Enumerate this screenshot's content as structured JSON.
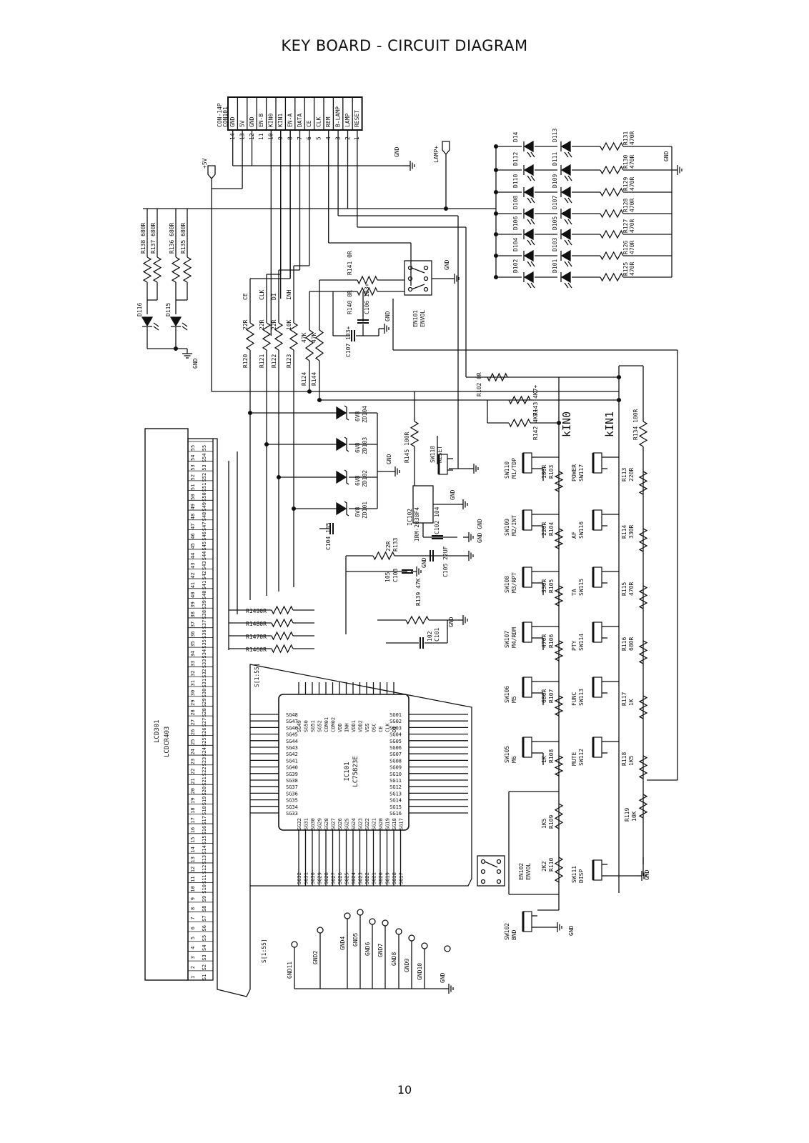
{
  "title": "KEY  BOARD -  CIRCUIT DIAGRAM",
  "page_number": "10",
  "connector": {
    "name": "CON-14P",
    "ref": "CON101",
    "pins": [
      {
        "num": "14",
        "sig": "GND"
      },
      {
        "num": "13",
        "sig": "5V"
      },
      {
        "num": "12",
        "sig": "GND"
      },
      {
        "num": "11",
        "sig": "EN-B"
      },
      {
        "num": "10",
        "sig": "KIN0"
      },
      {
        "num": "9",
        "sig": "KIN1"
      },
      {
        "num": "8",
        "sig": "EN-A"
      },
      {
        "num": "7",
        "sig": "DATA"
      },
      {
        "num": "6",
        "sig": "CE"
      },
      {
        "num": "5",
        "sig": "CLK"
      },
      {
        "num": "4",
        "sig": "REM"
      },
      {
        "num": "3",
        "sig": "B-LAMP"
      },
      {
        "num": "2",
        "sig": "LAMP"
      },
      {
        "num": "1",
        "sig": "RESET"
      }
    ]
  },
  "nets": {
    "plus5v": "+5V",
    "gnd": "GND",
    "lamp": "LAMP+",
    "ce": "CE",
    "clk": "CLK",
    "di": "DI",
    "inh": "INH",
    "kin0": "kIN0",
    "kin1": "kIN1"
  },
  "led_matrix": [
    {
      "left": "D14",
      "right": "D113",
      "res": "R131",
      "val": "470R"
    },
    {
      "left": "D112",
      "right": "D111",
      "res": "R130",
      "val": "470R"
    },
    {
      "left": "D110",
      "right": "D109",
      "res": "R129",
      "val": "470R"
    },
    {
      "left": "D108",
      "right": "D107",
      "res": "R128",
      "val": "470R"
    },
    {
      "left": "D106",
      "right": "D105",
      "res": "R127",
      "val": "470R"
    },
    {
      "left": "D104",
      "right": "D103",
      "res": "R126",
      "val": "470R"
    },
    {
      "left": "D102",
      "right": "D101",
      "res": "R125",
      "val": "470R"
    }
  ],
  "left_resistors": [
    {
      "ref": "R138",
      "val": "680R"
    },
    {
      "ref": "R137",
      "val": "680R"
    },
    {
      "ref": "R136",
      "val": "680R"
    },
    {
      "ref": "R135",
      "val": "680R"
    }
  ],
  "left_leds": [
    "D116",
    "D115"
  ],
  "series_resistors": [
    {
      "ref": "R120",
      "val": "22R"
    },
    {
      "ref": "R121",
      "val": "22R"
    },
    {
      "ref": "R122",
      "val": "22R"
    },
    {
      "ref": "R123",
      "val": "10K"
    }
  ],
  "pullups": [
    {
      "ref": "R124",
      "val": "47K"
    },
    {
      "ref": "R144",
      "val": "47K"
    }
  ],
  "misc": {
    "r141": "R141",
    "r141v": "0R",
    "r140": "R140",
    "r140v": "0R",
    "c106": "C106",
    "c106v": "103+",
    "c107": "C107",
    "c107v": "103+",
    "en101": "EN101",
    "envol": "ENVOL",
    "r102": "R102",
    "r102v": "0R",
    "r143": "R143",
    "r143v": "4K7+",
    "r142": "R142",
    "r142v": "4K7+",
    "r145": "R145",
    "r145v": "100R",
    "sw118": "SW118",
    "reset": "RESET",
    "ic102": "IC102",
    "ic102p": "IRM-2038F4",
    "c102": "C102",
    "c102v": "104",
    "c104": "C104",
    "c104v": "105",
    "r133": "R133",
    "r133v": "22R",
    "c105": "C105",
    "c105v": "22UF",
    "c103": "C103",
    "c103v": "105",
    "r139": "R139",
    "r139v": "47K",
    "c101": "C101",
    "c101v": "102",
    "r134": "R134",
    "r134v": "180R"
  },
  "zeners": [
    {
      "ref": "ZD104",
      "val": "6V8"
    },
    {
      "ref": "ZD103",
      "val": "6V8"
    },
    {
      "ref": "ZD102",
      "val": "6V8"
    },
    {
      "ref": "ZD101",
      "val": "6V8"
    }
  ],
  "lcd": {
    "ref": "LCD301",
    "part": "LCDCR403"
  },
  "lcd_pins": [
    "55",
    "S54",
    "53",
    "S52",
    "S51",
    "S50",
    "S49",
    "S48",
    "S47",
    "S46",
    "S45",
    "S44",
    "S43",
    "S42",
    "S41",
    "S40",
    "S39",
    "S38",
    "S37",
    "S36",
    "S35",
    "S34",
    "S33",
    "S32",
    "S31",
    "S30",
    "S29",
    "S28",
    "S27",
    "S26",
    "S25",
    "S24",
    "S23",
    "S22",
    "S21",
    "S20",
    "S19",
    "S18",
    "S17",
    "S16",
    "S15",
    "S14",
    "S13",
    "S12",
    "S11",
    "S10",
    "S9",
    "S8",
    "S7",
    "S6",
    "S5",
    "S4",
    "S3",
    "S2",
    "S1"
  ],
  "lcd_resistors": [
    {
      "ref": "R149",
      "val": "0R"
    },
    {
      "ref": "R148",
      "val": "0R"
    },
    {
      "ref": "R147",
      "val": "0R"
    },
    {
      "ref": "R146",
      "val": "0R"
    }
  ],
  "bus_label": "S[1:55]",
  "ic101": {
    "ref": "IC101",
    "part": "LC75823E"
  },
  "ic_top_pins": [
    "SG49",
    "SG50",
    "SG51",
    "SG52",
    "COM01",
    "COM02",
    "VDD",
    "INH",
    "VDD1",
    "VDD2",
    "VSS",
    "OSC",
    "CE",
    "CLK",
    "DI"
  ],
  "ic_left_pins": [
    "SG48",
    "SG47",
    "SG46",
    "SG45",
    "SG44",
    "SG43",
    "SG42",
    "SG41",
    "SG40",
    "SG39",
    "SG38",
    "SG37",
    "SG36",
    "SG35",
    "SG34",
    "SG33"
  ],
  "ic_bottom_pins": [
    "SG32",
    "SG31",
    "SG30",
    "SG29",
    "SG28",
    "SG27",
    "SG26",
    "SG25",
    "SG24",
    "SG23",
    "SG22",
    "SG21",
    "SG20",
    "SG19",
    "SG18",
    "SG17"
  ],
  "ic_right_pins": [
    "SG01",
    "SG02",
    "SG03",
    "SG04",
    "SG05",
    "SG06",
    "SG07",
    "SG08",
    "SG09",
    "SG10",
    "SG11",
    "SG12",
    "SG13",
    "SG14",
    "SG15",
    "SG16"
  ],
  "gnd_pads": [
    "GND11",
    "GND2",
    "GND4",
    "GND5",
    "GND6",
    "GND7",
    "GND8",
    "GND9",
    "GND10",
    "GND"
  ],
  "switch_col1": [
    {
      "sw": "SW110",
      "fn": "M1/TDP",
      "res": "R103",
      "val": "180R"
    },
    {
      "sw": "SW109",
      "fn": "M2/INT",
      "res": "R104",
      "val": "220R"
    },
    {
      "sw": "SW108",
      "fn": "M3/RPT",
      "res": "R105",
      "val": "330R"
    },
    {
      "sw": "SW107",
      "fn": "M4/RDM",
      "res": "R106",
      "val": "470R"
    },
    {
      "sw": "SW106",
      "fn": "M5",
      "res": "R107",
      "val": "680R"
    },
    {
      "sw": "SW105",
      "fn": "M6",
      "res": "R108",
      "val": "1K"
    },
    {
      "sw": "",
      "fn": "",
      "res": "R109",
      "val": "1K5"
    },
    {
      "sw": "",
      "fn": "",
      "res": "R110",
      "val": "2K2"
    }
  ],
  "switch_col2": [
    {
      "sw": "SW117",
      "fn": "POWER",
      "res": "R113",
      "val": "220R"
    },
    {
      "sw": "SW116",
      "fn": "AF",
      "res": "R114",
      "val": "330R"
    },
    {
      "sw": "SW115",
      "fn": "TA",
      "res": "R115",
      "val": "470R"
    },
    {
      "sw": "SW114",
      "fn": "PTY",
      "res": "R116",
      "val": "680R"
    },
    {
      "sw": "SW113",
      "fn": "FUNC",
      "res": "R117",
      "val": "1K"
    },
    {
      "sw": "SW112",
      "fn": "MUTE",
      "res": "R118",
      "val": "1K5"
    },
    {
      "sw": "",
      "fn": "",
      "res": "R119",
      "val": "10K"
    }
  ],
  "sw111": {
    "sw": "SW111",
    "fn": "DISP"
  },
  "sw102": {
    "sw": "SW102",
    "fn": "BND"
  },
  "en102": {
    "ref": "EN102",
    "fn": "ENVOL"
  }
}
